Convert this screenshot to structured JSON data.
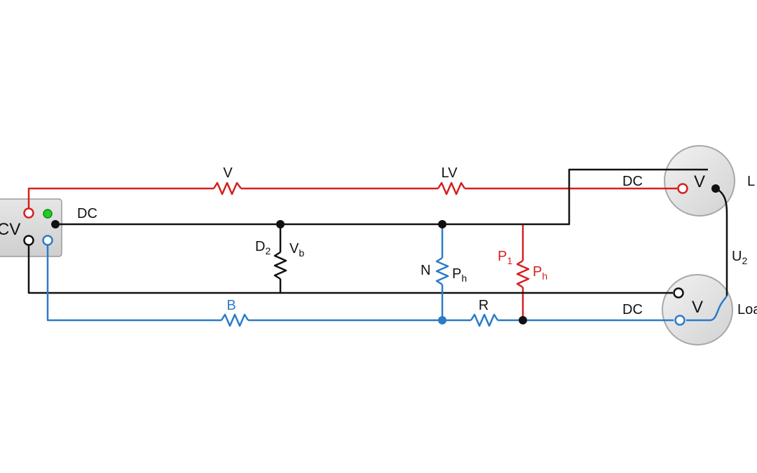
{
  "colors": {
    "red": "#d62020",
    "black": "#111111",
    "blue": "#2b7bc8",
    "green": "#22cc22",
    "source_fill": "#dcdcdc",
    "meter_fill": "#e4e4e4"
  },
  "source": {
    "label": "CV",
    "output_label": "DC"
  },
  "resistors": {
    "top_left": {
      "label": "V"
    },
    "top_right": {
      "label": "LV"
    },
    "d2": {
      "main": "D",
      "sub": "2",
      "side_main": "V",
      "side_sub": "b"
    },
    "n": {
      "main": "N",
      "side_main": "P",
      "side_sub": "h"
    },
    "p1": {
      "main": "P",
      "sub": "1",
      "side_main": "P",
      "side_sub": "h"
    },
    "bottom_left": {
      "label": "B"
    },
    "bottom_right": {
      "label": "R"
    }
  },
  "meter_top": {
    "symbol": "V",
    "dc_label": "DC",
    "side_label": "L"
  },
  "meter_bottom": {
    "symbol": "V",
    "dc_label": "DC",
    "side_label": "Loa"
  },
  "link": {
    "main": "U",
    "sub": "2"
  }
}
